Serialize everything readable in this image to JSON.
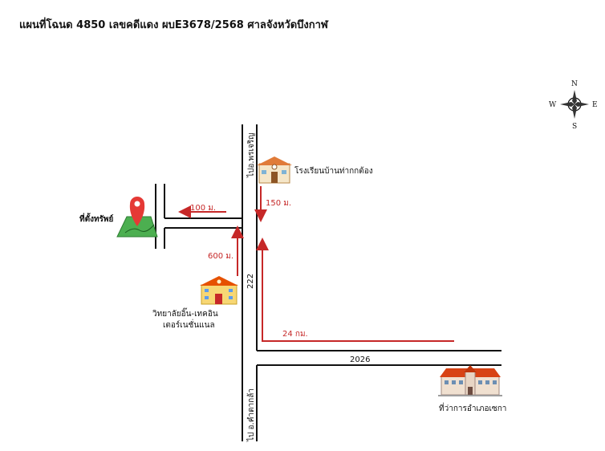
{
  "title": "แผนที่โฉนด 4850  เลขคดีแดง ผบE3678/2568 ศาลจังหวัดบึงกาฬ",
  "compass": {
    "n": "N",
    "s": "S",
    "e": "E",
    "w": "W"
  },
  "roads": {
    "vertical_main_north": "ไปอ.พรเจริญ",
    "vertical_main_south": "ไป อ.คำตากล้า",
    "vertical_number": "222",
    "horizontal_number": "2026"
  },
  "places": {
    "school": "โรงเรียนบ้านท่ากกต้อง",
    "target": "ที่ตั้งทรัพย์",
    "college_line1": "วิทยาลัยอิ๊น-เทคอิน",
    "college_line2": "เตอร์เนชั่นแนล",
    "district_office": "ที่ว่าการอำเภอเซกา"
  },
  "distances": {
    "d1": "100 ม.",
    "d2": "150 ม.",
    "d3": "600 ม.",
    "d4": "24 กม."
  },
  "colors": {
    "route": "#c62828",
    "road": "#111111",
    "pin": "#e53935",
    "land": "#4caf50"
  }
}
